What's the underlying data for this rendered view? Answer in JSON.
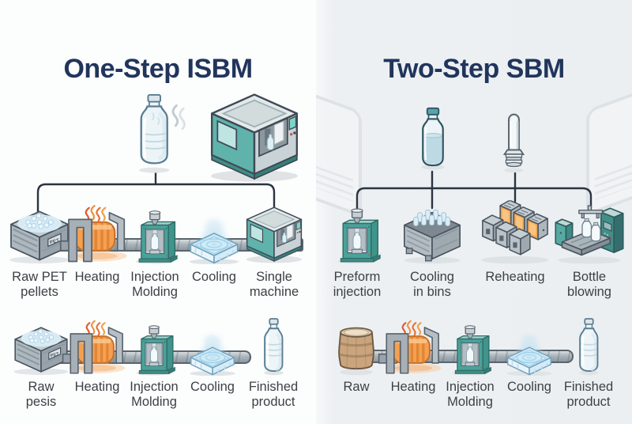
{
  "panels": {
    "left": {
      "title": "One-Step ISBM",
      "hero_icons": [
        "water-bottle-steaming",
        "isbm-machine"
      ],
      "rows": [
        {
          "name": "one-step-process",
          "steps": [
            {
              "label": "Raw PET\npellets",
              "icon": "pellet-crate"
            },
            {
              "label": "Heating",
              "icon": "heater-coil"
            },
            {
              "label": "Injection\nMolding",
              "icon": "injection-molder"
            },
            {
              "label": "Cooling",
              "icon": "cooling-bath"
            },
            {
              "label": "Single\nmachine",
              "icon": "isbm-machine"
            }
          ]
        },
        {
          "name": "one-step-process-repeat",
          "steps": [
            {
              "label": "Raw\npesis",
              "icon": "pellet-crate"
            },
            {
              "label": "Heating",
              "icon": "heater-coil"
            },
            {
              "label": "Injection\nMolding",
              "icon": "injection-molder"
            },
            {
              "label": "Cooling",
              "icon": "cooling-bath"
            },
            {
              "label": "Finished\nproduct",
              "icon": "water-bottle"
            }
          ]
        }
      ]
    },
    "right": {
      "title": "Two-Step SBM",
      "hero_icons": [
        "water-bottle",
        "pet-preform"
      ],
      "rows": [
        {
          "name": "two-step-process",
          "steps": [
            {
              "label": "Preform\ninjection",
              "icon": "injection-molder"
            },
            {
              "label": "Cooling\nin bins",
              "icon": "preform-bin"
            },
            {
              "label": "Reheating",
              "icon": "reheat-oven"
            },
            {
              "label": "Bottle\nblowing",
              "icon": "blow-molder"
            }
          ]
        },
        {
          "name": "two-step-process-repeat",
          "steps": [
            {
              "label": "Raw",
              "icon": "barrel"
            },
            {
              "label": "Heating",
              "icon": "heater-coil"
            },
            {
              "label": "Injection\nMolding",
              "icon": "injection-molder"
            },
            {
              "label": "Cooling",
              "icon": "cooling-bath"
            },
            {
              "label": "Finished\nproduct",
              "icon": "water-bottle"
            }
          ]
        }
      ]
    }
  },
  "colors": {
    "title": "#21355c",
    "label": "#3c4145",
    "line": "#2b3440",
    "panel_left_bg": "#fcfdfd",
    "panel_right_bg": "#eceff1",
    "teal": "#4aa29a",
    "orange": "#f2a24e",
    "cool_blue": "#cfeaf8"
  }
}
